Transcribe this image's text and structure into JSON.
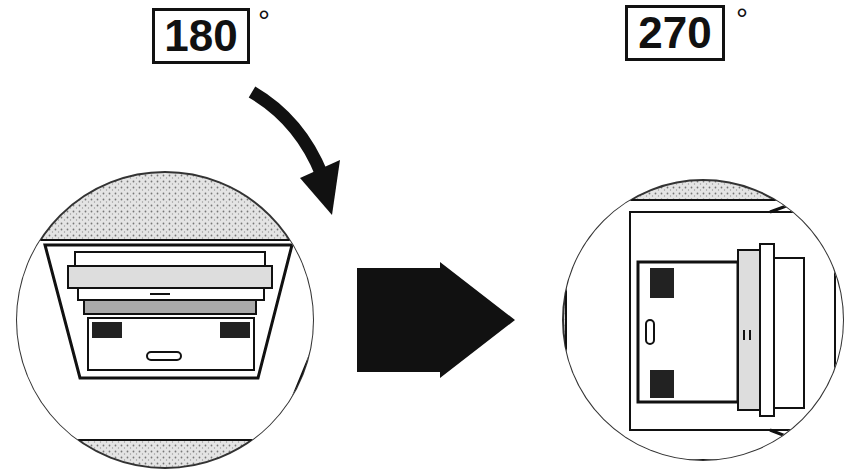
{
  "diagram": {
    "nodes": [
      {
        "text": [
          "180"
        ]
      },
      {
        "text": [
          "270"
        ]
      }
    ],
    "labels": [
      "°",
      "°"
    ]
  }
}
